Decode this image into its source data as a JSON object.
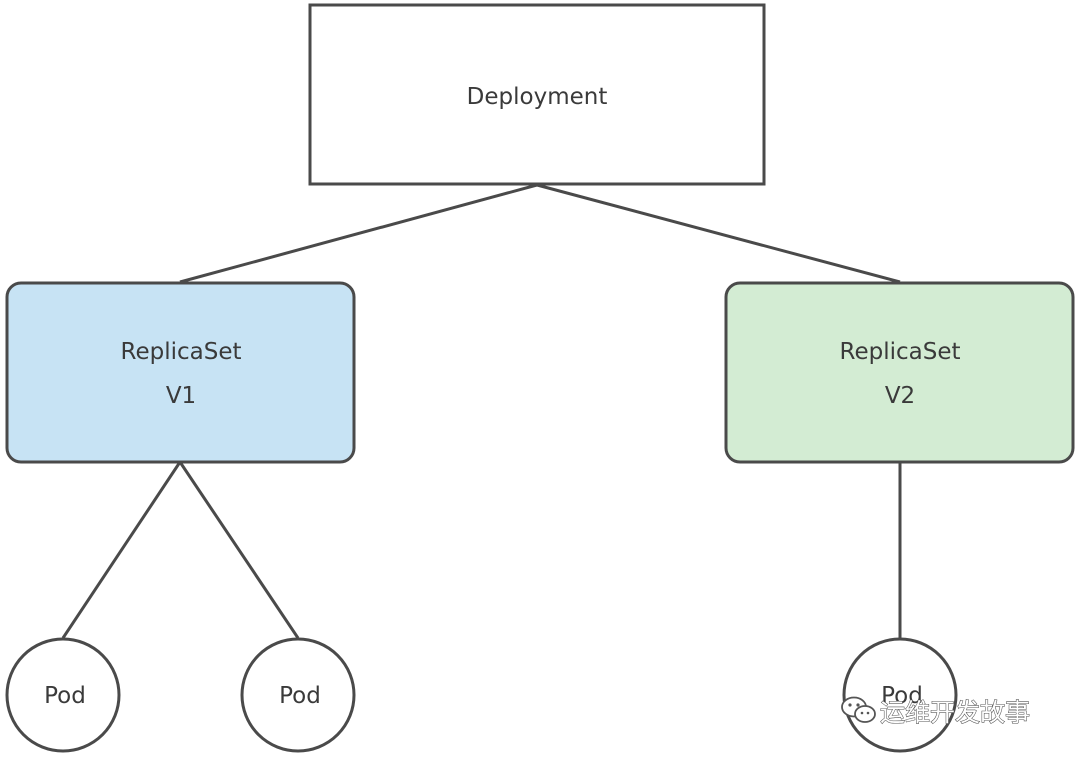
{
  "nodes": {
    "deployment": {
      "label": "Deployment"
    },
    "replicaset_v1": {
      "label": "ReplicaSet",
      "version": "V1",
      "fill": "#c7e3f4"
    },
    "replicaset_v2": {
      "label": "ReplicaSet",
      "version": "V2",
      "fill": "#d3ecd3"
    },
    "pods": [
      {
        "label": "Pod"
      },
      {
        "label": "Pod"
      },
      {
        "label": "Pod"
      }
    ]
  },
  "watermark": {
    "text": "运维开发故事"
  },
  "colors": {
    "stroke": "#4a4a4a",
    "text": "#3a3a3a",
    "replicaset_v1_fill": "#c7e3f4",
    "replicaset_v2_fill": "#d3ecd3"
  }
}
